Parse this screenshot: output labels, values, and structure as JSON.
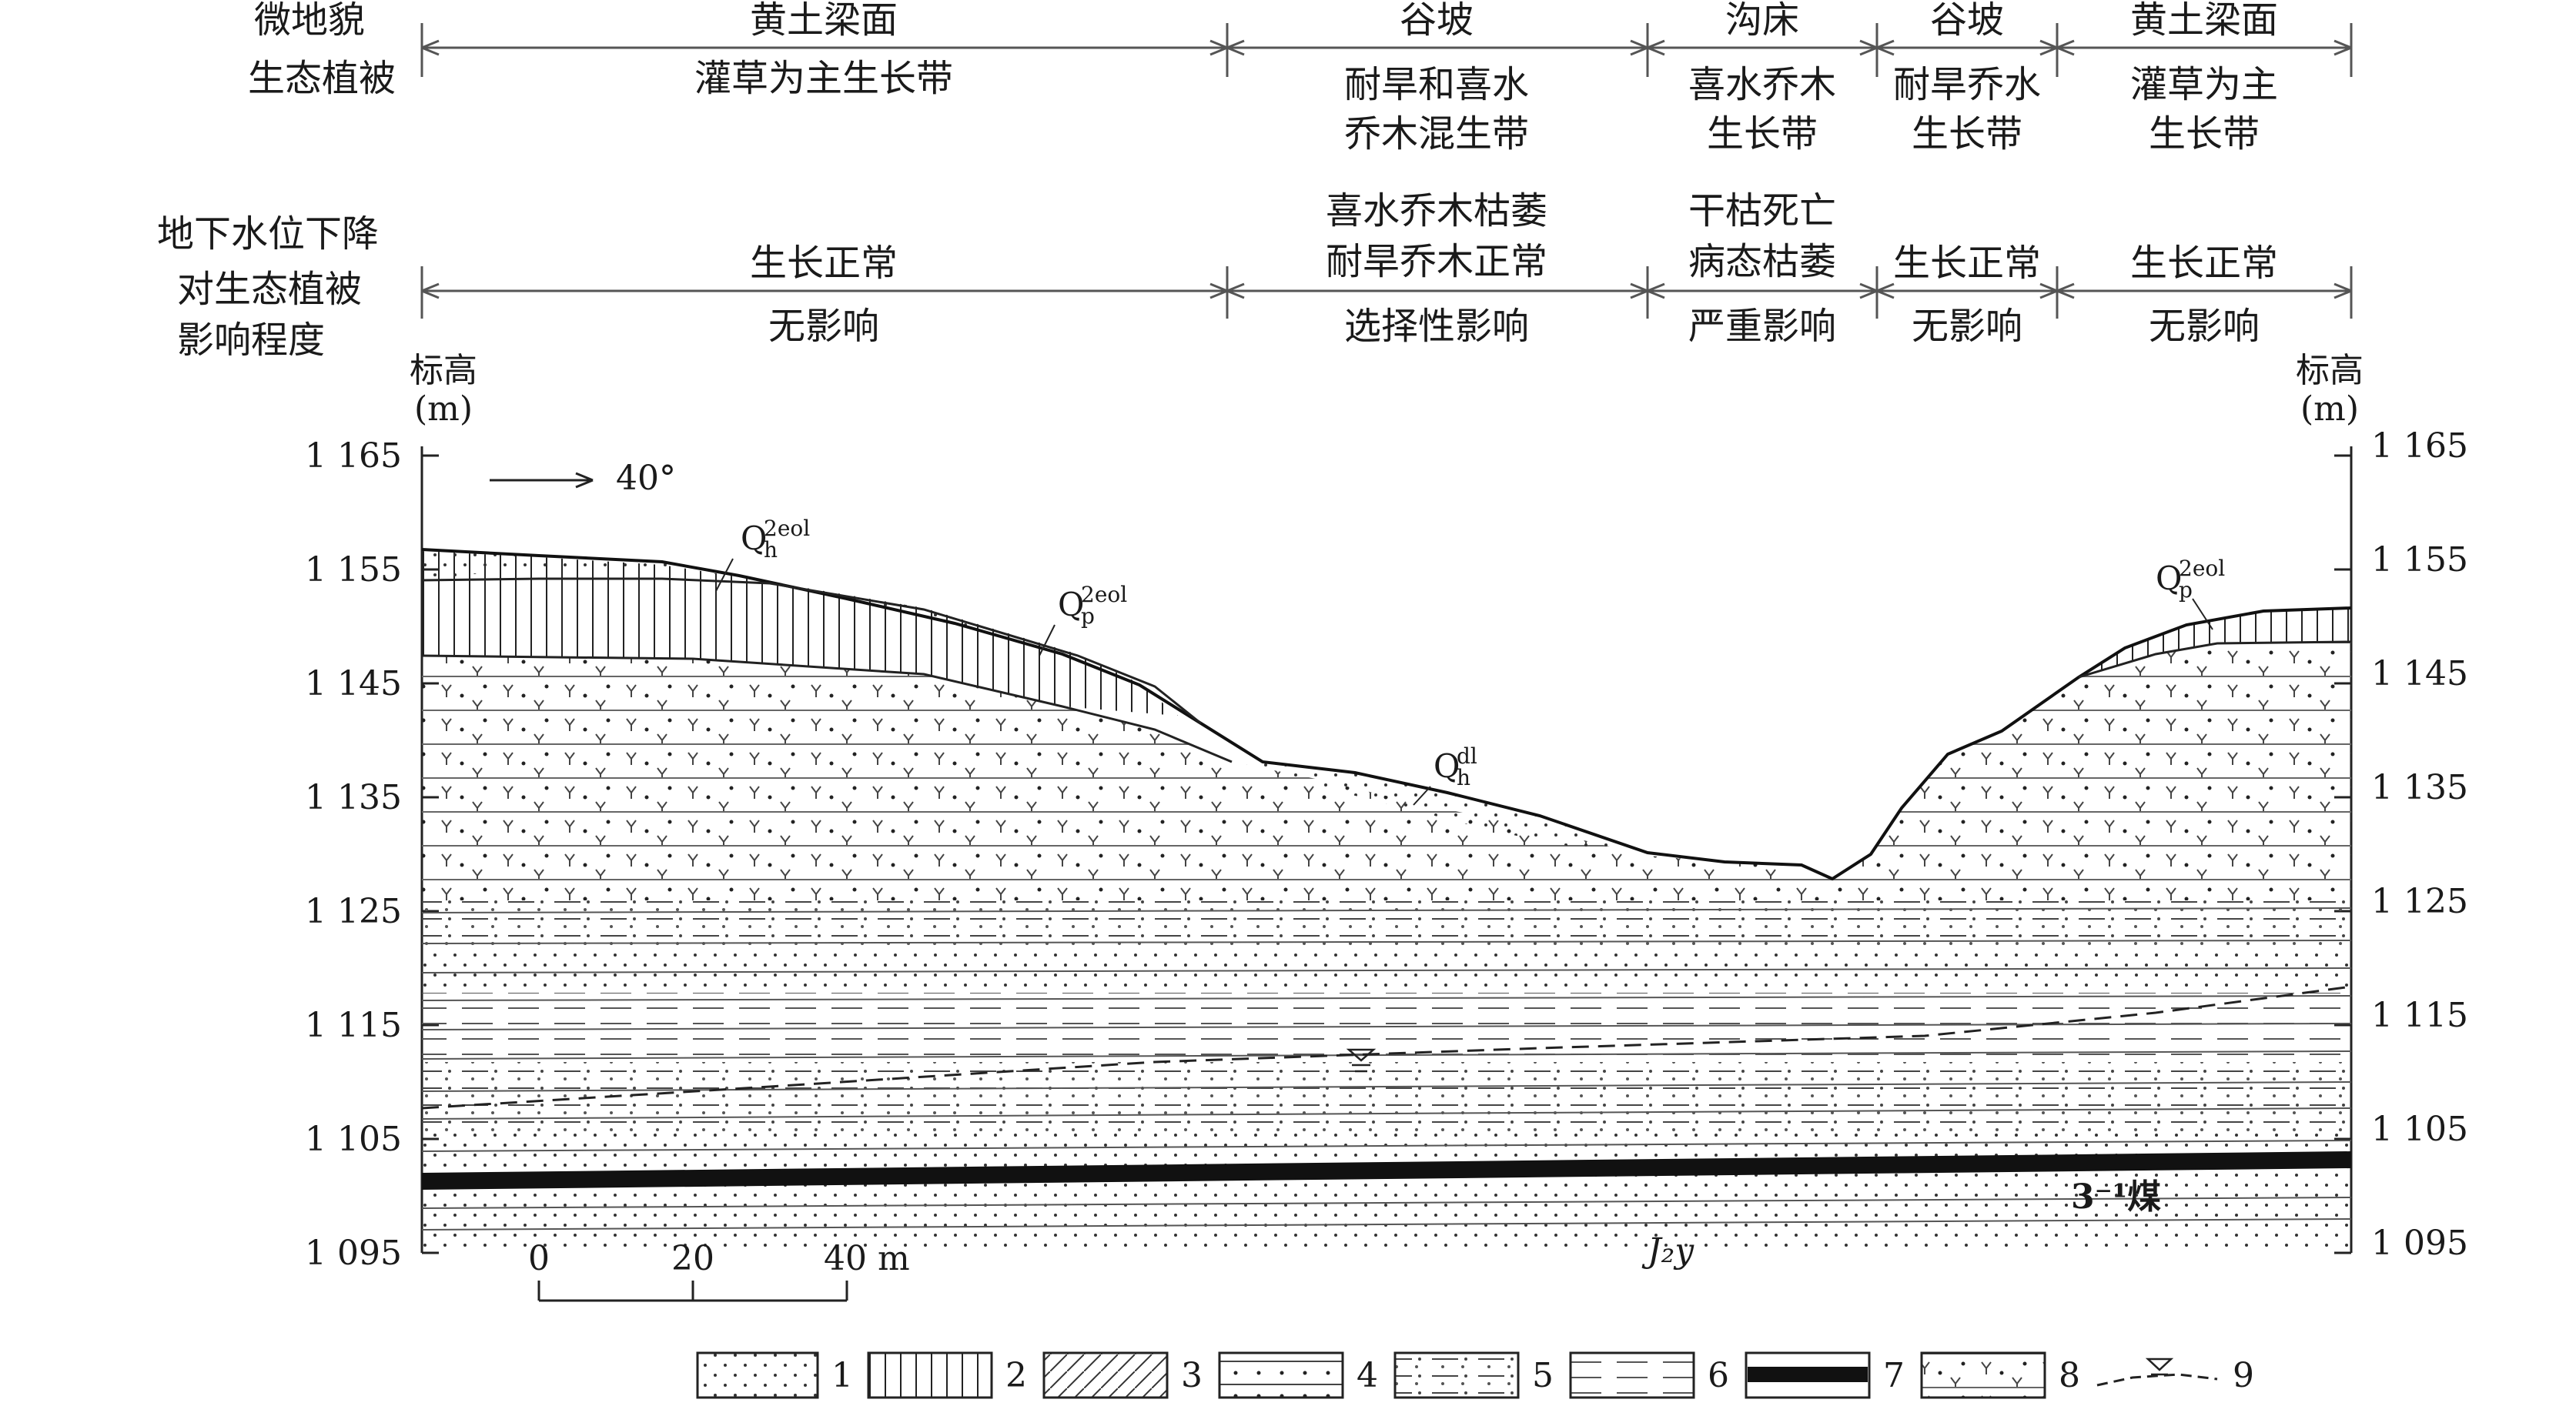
{
  "header": {
    "row1_label": "微地貌",
    "row2_label": "生态植被",
    "row3_label_lines": [
      "地下水位下降",
      "对生态植被",
      "影响程度"
    ],
    "columns": [
      {
        "landform": "黄土梁面",
        "vegetation": [
          "灌草为主生长带"
        ],
        "status": [
          "生长正常"
        ],
        "impact": "无影响"
      },
      {
        "landform": "谷坡",
        "vegetation": [
          "耐旱和喜水",
          "乔木混生带"
        ],
        "status": [
          "喜水乔木枯萎",
          "耐旱乔木正常"
        ],
        "impact": "选择性影响"
      },
      {
        "landform": "沟床",
        "vegetation": [
          "喜水乔木",
          "生长带"
        ],
        "status": [
          "干枯死亡",
          "病态枯萎"
        ],
        "impact": "严重影响"
      },
      {
        "landform": "谷坡",
        "vegetation": [
          "耐旱乔水",
          "生长带"
        ],
        "status": [
          "生长正常"
        ],
        "impact": "无影响"
      },
      {
        "landform": "黄土梁面",
        "vegetation": [
          "灌草为主",
          "生长带"
        ],
        "status": [
          "生长正常"
        ],
        "impact": "无影响"
      }
    ]
  },
  "axes": {
    "left_title": [
      "标高",
      "(m)"
    ],
    "right_title": [
      "标高",
      "(m)"
    ],
    "ticks": [
      "1 165",
      "1 155",
      "1 145",
      "1 135",
      "1 125",
      "1 115",
      "1 105",
      "1 095"
    ]
  },
  "annotations": {
    "direction": "40°",
    "scale_labels": [
      "0",
      "20",
      "40 m"
    ],
    "formation": "J₂y",
    "coal_seam": "3⁻¹煤",
    "strata": [
      {
        "base": "Q",
        "sup": "2eol",
        "sub": "h"
      },
      {
        "base": "Q",
        "sup": "2eol",
        "sub": "p"
      },
      {
        "base": "Q",
        "sup": "dl",
        "sub": "h"
      },
      {
        "base": "Q",
        "sup": "2eol",
        "sub": "p"
      }
    ]
  },
  "legend": [
    {
      "number": "1",
      "pattern": "dots"
    },
    {
      "number": "2",
      "pattern": "vertical-lines"
    },
    {
      "number": "3",
      "pattern": "diagonal-hatch"
    },
    {
      "number": "4",
      "pattern": "lines-with-dots"
    },
    {
      "number": "5",
      "pattern": "dash-dot-lines"
    },
    {
      "number": "6",
      "pattern": "dashed-lines"
    },
    {
      "number": "7",
      "pattern": "solid-black-band"
    },
    {
      "number": "8",
      "pattern": "y-symbol-lines"
    },
    {
      "number": "9",
      "pattern": "water-table"
    }
  ]
}
